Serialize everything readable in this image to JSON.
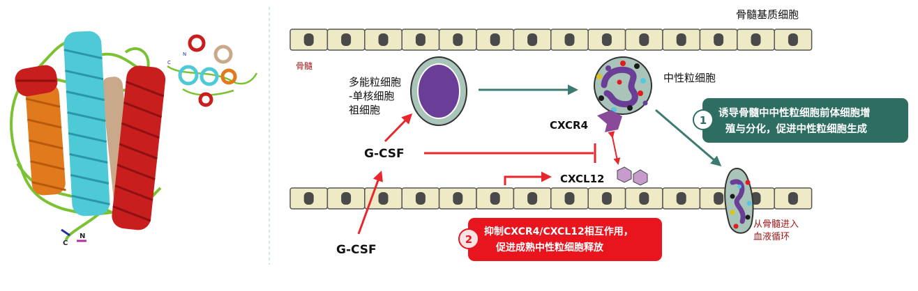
{
  "labels": {
    "stromal_cells": "骨髓基质细胞",
    "bone_marrow": "骨髓",
    "progenitor_line1": "多能粒细胞",
    "progenitor_line2": "-单核细胞",
    "progenitor_line3": "祖细胞",
    "neutrophil": "中性粒细胞",
    "cxcr4": "CXCR4",
    "cxcl12": "CXCL12",
    "gcsf_upper": "G-CSF",
    "gcsf_lower": "G-CSF",
    "enter_blood_line1": "从骨髓进入",
    "enter_blood_line2": "血液循环",
    "protein_n": "N",
    "protein_c": "C",
    "inset_n": "N",
    "inset_c": "C"
  },
  "callouts": [
    {
      "number": "1",
      "line1": "诱导骨髓中中性粒细胞前体细胞增",
      "line2": "殖与分化，促进中性粒细胞生成"
    },
    {
      "number": "2",
      "line1": "抑制CXCR4/CXCL12相互作用，",
      "line2": "促进成熟中性粒细胞释放"
    }
  ],
  "colors": {
    "teal_callout": "#2e6e62",
    "red_callout": "#e8151f",
    "arrow_red": "#e8262c",
    "arrow_teal": "#3d7a72",
    "stroma_fill": "#efeac6",
    "nucleus_fill": "#6a3d96",
    "cell_fill": "#a9c4b9",
    "cxcr4_fill": "#8a4a9a",
    "cxcl12_fill": "#c79bcc",
    "helix_red": "#c81e1e",
    "helix_cyan": "#4ec9d6",
    "helix_orange": "#e07a1c",
    "helix_tan": "#c9a98a",
    "loop_green": "#7bc232",
    "label_darkred": "#a01818"
  }
}
